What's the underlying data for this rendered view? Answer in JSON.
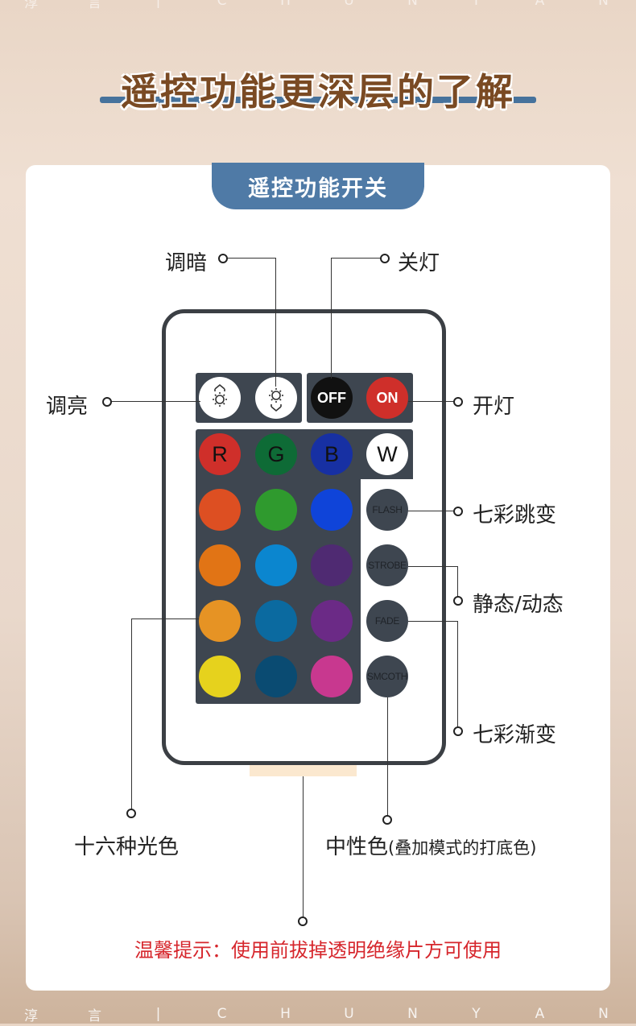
{
  "brand_top": [
    "淳",
    "言",
    "|",
    "C",
    "H",
    "U",
    "N",
    "Y",
    "A",
    "N"
  ],
  "brand_bottom": [
    "淳",
    "言",
    "|",
    "C",
    "H",
    "U",
    "N",
    "Y",
    "A",
    "N"
  ],
  "title": "遥控功能更深层的了解",
  "section_tab": "遥控功能开关",
  "buttons": {
    "off": "OFF",
    "on": "ON",
    "r": "R",
    "g": "G",
    "b": "B",
    "w": "W",
    "flash": "FLASH",
    "strobe": "STROBE",
    "fade": "FADE",
    "smooth": "SMCOTH"
  },
  "colors": {
    "red_button": "#cf2f2a",
    "green_button": "#0e6b36",
    "blue_button": "#1730a3",
    "grid": [
      "#dd4f22",
      "#2f9a2e",
      "#0f44d9",
      "#e17415",
      "#0b86cf",
      "#4f2a72",
      "#e69324",
      "#0b6aa0",
      "#6b2a86",
      "#e6d21d",
      "#0a4b72",
      "#c8388f"
    ]
  },
  "labels": {
    "dim": "调暗",
    "off": "关灯",
    "bright": "调亮",
    "on": "开灯",
    "flash": "七彩跳变",
    "static_dynamic": "静态/动态",
    "fade": "七彩渐变",
    "sixteen": "十六种光色",
    "neutral_main": "中性色",
    "neutral_sub": "(叠加模式的打底色)"
  },
  "warning": "温馨提示：使用前拔掉透明绝缘片方可使用"
}
